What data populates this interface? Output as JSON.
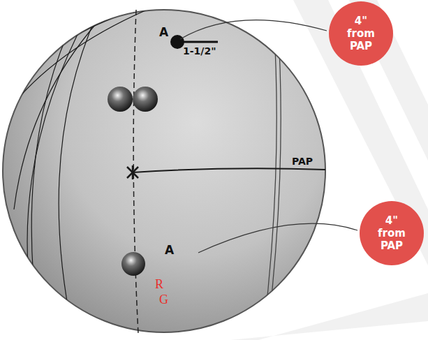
{
  "diagram": {
    "nodes": [
      {
        "text": [
          "4\" from PAP"
        ]
      },
      {
        "text": [
          "4\" from PAP"
        ]
      }
    ],
    "labels": [
      "A",
      "1-1/2\"",
      "PAP",
      "A",
      "R",
      "G"
    ]
  }
}
